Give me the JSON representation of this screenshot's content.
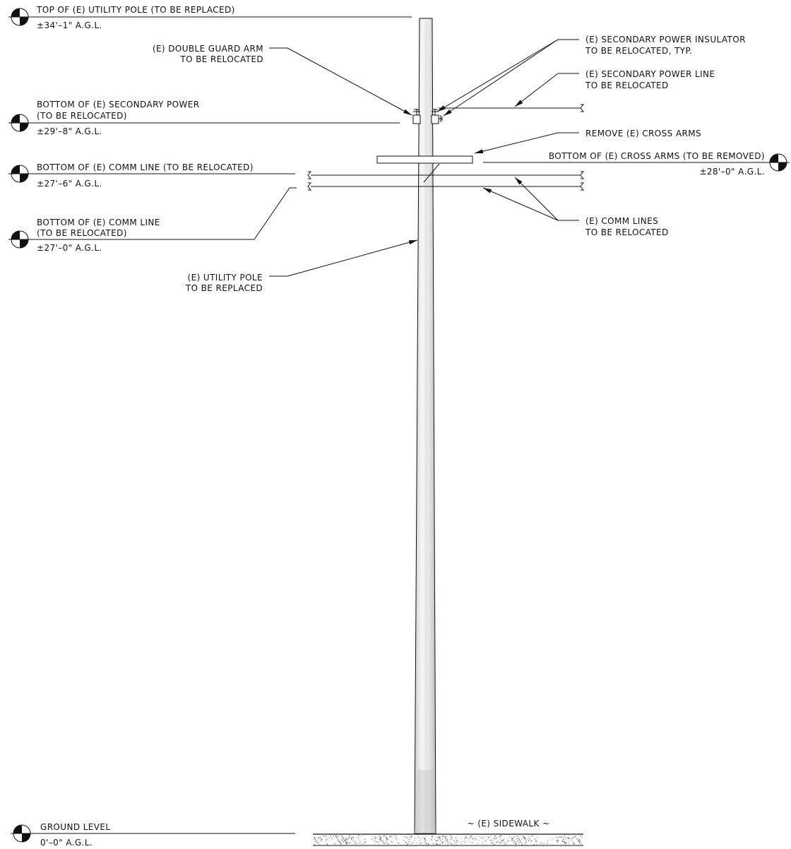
{
  "elevation_markers": {
    "top_of_pole": {
      "label": "TOP OF (E) UTILITY POLE (TO BE REPLACED)",
      "elevation": "±34'–1\" A.G.L."
    },
    "secondary_power": {
      "label_line1": "BOTTOM OF (E) SECONDARY POWER",
      "label_line2": "(TO BE RELOCATED)",
      "elevation": "±29'–8\" A.G.L."
    },
    "comm_line_upper": {
      "label": "BOTTOM OF (E) COMM LINE (TO BE RELOCATED)",
      "elevation": "±27'–6\" A.G.L."
    },
    "comm_line_lower": {
      "label_line1": "BOTTOM OF (E) COMM LINE",
      "label_line2": "(TO BE RELOCATED)",
      "elevation": "±27'–0\" A.G.L."
    },
    "cross_arms": {
      "label": "BOTTOM OF (E) CROSS ARMS (TO BE REMOVED)",
      "elevation": "±28'–0\" A.G.L."
    },
    "ground": {
      "label": "GROUND LEVEL",
      "elevation": "0'–0\" A.G.L."
    }
  },
  "callouts": {
    "guard_arm": {
      "line1": "(E) DOUBLE GUARD ARM",
      "line2": "TO BE RELOCATED"
    },
    "insulator": {
      "line1": "(E) SECONDARY POWER INSULATOR",
      "line2": "TO BE RELOCATED, TYP."
    },
    "power_line": {
      "line1": "(E) SECONDARY POWER LINE",
      "line2": "TO BE RELOCATED"
    },
    "cross_arms": {
      "line1": "REMOVE (E) CROSS ARMS"
    },
    "comm_lines": {
      "line1": "(E) COMM LINES",
      "line2": "TO BE RELOCATED"
    },
    "utility_pole": {
      "line1": "(E) UTILITY POLE",
      "line2": "TO BE REPLACED"
    }
  },
  "sidewalk": {
    "label": "~ (E) SIDEWALK ~"
  }
}
